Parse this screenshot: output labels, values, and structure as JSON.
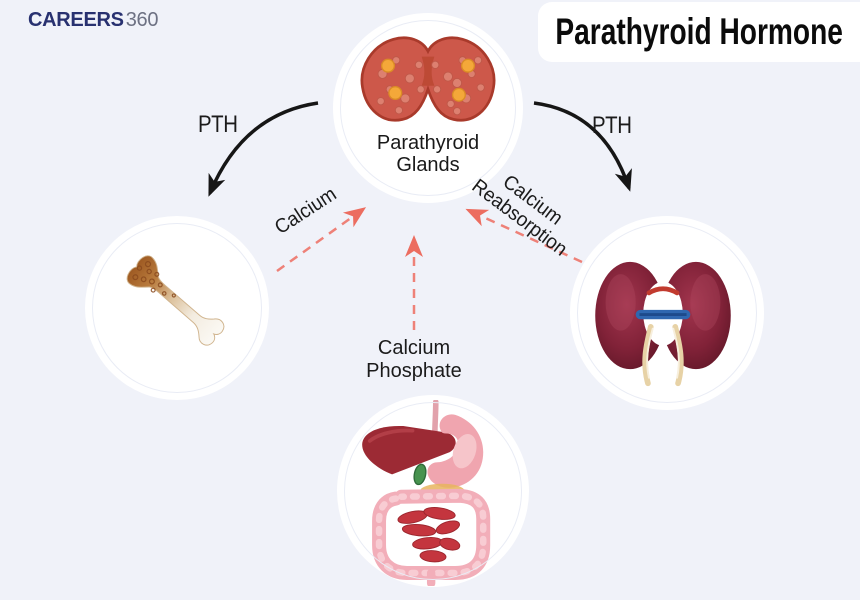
{
  "page": {
    "background_color": "#f0f2f9"
  },
  "logo": {
    "primary": "CAREERS",
    "secondary": "360",
    "primary_color": "#283170",
    "secondary_color": "#6d7183"
  },
  "header": {
    "title": "Parathyroid Hormone",
    "box_color": "#ffffff",
    "text_color": "#0b0b0b"
  },
  "diagram": {
    "nodes": [
      {
        "id": "parathyroid-glands",
        "label": "Parathyroid Glands",
        "label_line1": "Parathyroid",
        "label_line2": "Glands",
        "icon": "parathyroid-gland-illustration"
      },
      {
        "id": "bone",
        "label": "",
        "icon": "bone-illustration"
      },
      {
        "id": "kidneys",
        "label": "",
        "icon": "kidneys-illustration"
      },
      {
        "id": "digestive-system",
        "label": "",
        "icon": "digestive-system-illustration"
      }
    ],
    "edges": [
      {
        "from": "parathyroid-glands",
        "to": "bone",
        "label": "PTH",
        "style": "solid-black-curved"
      },
      {
        "from": "parathyroid-glands",
        "to": "kidneys",
        "label": "PTH",
        "style": "solid-black-curved"
      },
      {
        "from": "bone",
        "to": "parathyroid-glands",
        "label": "Calcium",
        "style": "dashed-pink"
      },
      {
        "from": "kidneys",
        "to": "parathyroid-glands",
        "label": "Calcium Reabsorption",
        "style": "dashed-pink"
      },
      {
        "from": "digestive-system",
        "to": "parathyroid-glands",
        "label": "Calcium Phosphate",
        "style": "dashed-pink"
      }
    ],
    "labels": {
      "pth_left": "PTH",
      "pth_right": "PTH",
      "calcium": "Calcium",
      "calcium_reabsorption_line1": "Calcium",
      "calcium_reabsorption_line2": "Reabsorption",
      "calcium_phosphate_line1": "Calcium",
      "calcium_phosphate_line2": "Phosphate"
    },
    "colors": {
      "arrow_solid": "#161616",
      "arrow_dashed": "#ee8178",
      "arrow_dashed_head": "#ec6d60"
    }
  }
}
